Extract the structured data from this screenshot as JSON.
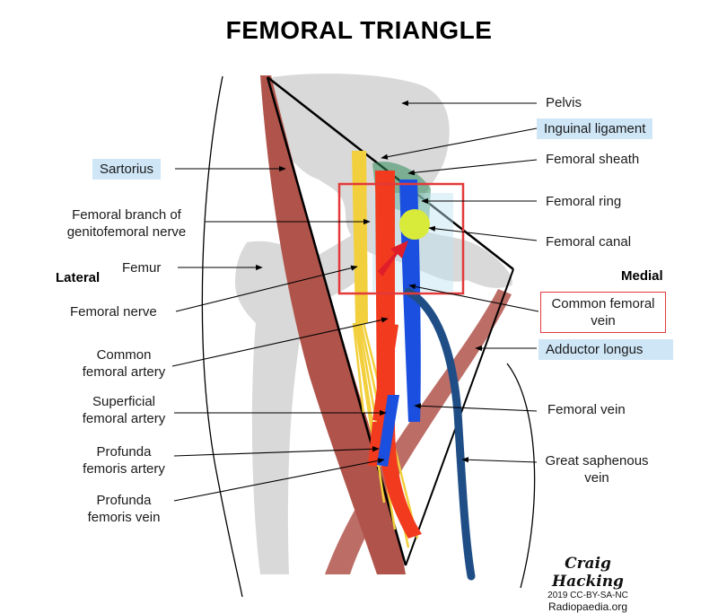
{
  "title": "FEMORAL TRIANGLE",
  "labels": {
    "pelvis": "Pelvis",
    "inguinal_ligament": "Inguinal ligament",
    "femoral_sheath": "Femoral sheath",
    "sartorius": "Sartorius",
    "femoral_ring": "Femoral ring",
    "femoral_branch_1": "Femoral branch of",
    "femoral_branch_2": "genitofemoral nerve",
    "femoral_canal": "Femoral canal",
    "lateral": "Lateral",
    "femur": "Femur",
    "medial": "Medial",
    "femoral_nerve": "Femoral nerve",
    "common_femoral_vein_1": "Common femoral",
    "common_femoral_vein_2": "vein",
    "common_femoral_artery_1": "Common",
    "common_femoral_artery_2": "femoral artery",
    "adductor_longus": "Adductor longus",
    "superficial_femoral_artery_1": "Superficial",
    "superficial_femoral_artery_2": "femoral artery",
    "femoral_vein": "Femoral vein",
    "profunda_femoris_artery_1": "Profunda",
    "profunda_femoris_artery_2": "femoris artery",
    "great_saphenous_vein_1": "Great saphenous",
    "great_saphenous_vein_2": "vein",
    "profunda_femoris_vein_1": "Profunda",
    "profunda_femoris_vein_2": "femoris vein"
  },
  "credit": {
    "signature": "Craig Hacking",
    "license": "2019 CC-BY-SA-NC",
    "site": "Radiopaedia.org"
  },
  "colors": {
    "bone": "#d9d9d9",
    "muscle": "#b0544b",
    "nerve": "#f2cf3c",
    "artery": "#f23a1e",
    "vein": "#1a4fe0",
    "saphenous": "#1f4e87",
    "canal": "#d8ea3a",
    "sheath": "#2e8b57",
    "highlight": "#cfe6f7",
    "box_red": "#e23a3a"
  }
}
